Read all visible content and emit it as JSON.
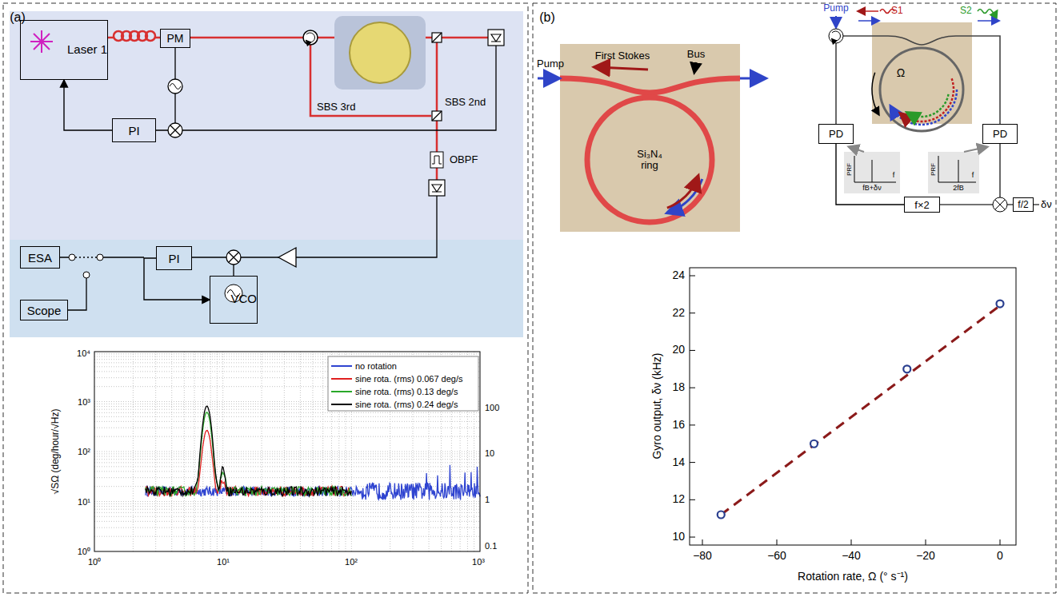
{
  "diagram": {
    "nodes": [
      {
        "text": [
          "Laser 1"
        ]
      },
      {
        "text": [
          "PM"
        ]
      },
      {
        "text": [
          "PI"
        ]
      },
      {
        "text": [
          "ESA"
        ]
      },
      {
        "text": [
          "Scope"
        ]
      },
      {
        "text": [
          "PI"
        ]
      },
      {
        "text": [
          "VCO"
        ]
      },
      {
        "text": [
          "PD"
        ]
      },
      {
        "text": [
          "PD"
        ]
      },
      {
        "text": [
          "f×2"
        ]
      },
      {
        "text": [
          "f/2"
        ]
      }
    ],
    "edges": [
      {
        "from": 2,
        "to": 0,
        "arrow": "to"
      },
      {
        "from": 5,
        "to": 6,
        "arrow": "to"
      },
      {
        "from": 7,
        "to": 9,
        "arrow": "none"
      }
    ],
    "labels": [
      "(a)",
      "SBS 3rd",
      "SBS 2nd",
      "OBPF",
      "√SΩ (deg/hour/√Hz)",
      "10⁰",
      "10¹",
      "10²",
      "10³",
      "10⁴",
      "0.1",
      "1",
      "10",
      "100",
      "10⁰",
      "10¹",
      "10²",
      "10³",
      "(b)",
      "Pump",
      "First Stokes",
      "Bus",
      "Si₃N₄ ring",
      "Pump",
      "S1",
      "S2",
      "Ω",
      "PRF",
      "f",
      "fB+δν",
      "PRF",
      "f",
      "2fB",
      "δν",
      "24",
      "22",
      "20",
      "18",
      "16",
      "14",
      "12",
      "10",
      "−80",
      "−60",
      "−40",
      "−20",
      "0",
      "Gyro output, δν (kHz)",
      "Rotation rate, Ω (° s⁻¹)"
    ],
    "legend": [
      {
        "text": "no rotation"
      },
      {
        "text": "sine rota. (rms) 0.067 deg/s"
      },
      {
        "text": "sine rota. (rms) 0.13 deg/s"
      },
      {
        "text": "sine rota. (rms) 0.24 deg/s"
      }
    ]
  }
}
